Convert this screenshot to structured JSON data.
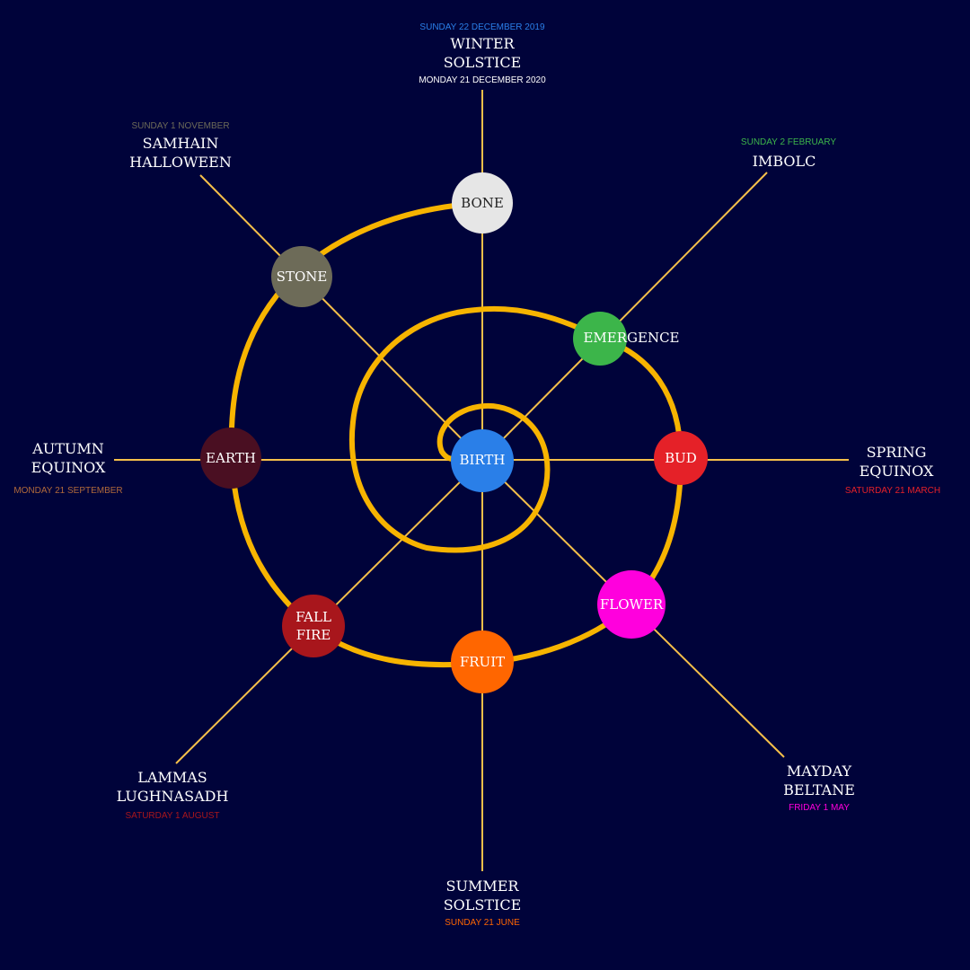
{
  "colors": {
    "background": "#00033a",
    "spiral": "#f7b400",
    "spoke": "#f5c04a"
  },
  "nodes": [
    {
      "id": "birth",
      "label": "BIRTH",
      "color": "#2a7fe8"
    },
    {
      "id": "bone",
      "label": "BONE",
      "color": "#e6e6e6"
    },
    {
      "id": "emergence",
      "label": "EMERGENCE",
      "color": "#3cb54a"
    },
    {
      "id": "bud",
      "label": "BUD",
      "color": "#e52128"
    },
    {
      "id": "flower",
      "label": "FLOWER",
      "color": "#ff00dd"
    },
    {
      "id": "fruit",
      "label": "FRUIT",
      "color": "#ff6600"
    },
    {
      "id": "fall-fire",
      "label_line1": "FALL",
      "label_line2": "FIRE",
      "color": "#a8161c"
    },
    {
      "id": "earth",
      "label": "EARTH",
      "color": "#4a0f22"
    },
    {
      "id": "stone",
      "label": "STONE",
      "color": "#6d6b58"
    }
  ],
  "festivals": {
    "winter": {
      "date_top": "SUNDAY 22 DECEMBER 2019",
      "name_line1": "WINTER",
      "name_line2": "SOLSTICE",
      "date_bottom": "MONDAY 21 DECEMBER 2020",
      "color_top": "#2a7fe8",
      "color_bottom": "#ffffff"
    },
    "imbolc": {
      "date": "SUNDAY 2 FEBRUARY",
      "name": "IMBOLC",
      "color": "#3cb54a"
    },
    "spring": {
      "name_line1": "SPRING",
      "name_line2": "EQUINOX",
      "date": "SATURDAY 21 MARCH",
      "color": "#e52128"
    },
    "mayday": {
      "name_line1": "MAYDAY",
      "name_line2": "BELTANE",
      "date": "FRIDAY 1 MAY",
      "color": "#ff00dd"
    },
    "summer": {
      "name_line1": "SUMMER",
      "name_line2": "SOLSTICE",
      "date": "SUNDAY 21 JUNE",
      "color": "#ff6600"
    },
    "lammas": {
      "name_line1": "LAMMAS",
      "name_line2": "LUGHNASADH",
      "date": "SATURDAY 1 AUGUST",
      "color": "#a8161c"
    },
    "autumn": {
      "name_line1": "AUTUMN",
      "name_line2": "EQUINOX",
      "date": "MONDAY 21 SEPTEMBER",
      "color": "#b06a3a"
    },
    "samhain": {
      "date": "SUNDAY 1 NOVEMBER",
      "name_line1": "SAMHAIN",
      "name_line2": "HALLOWEEN",
      "color": "#6d6b58"
    }
  }
}
